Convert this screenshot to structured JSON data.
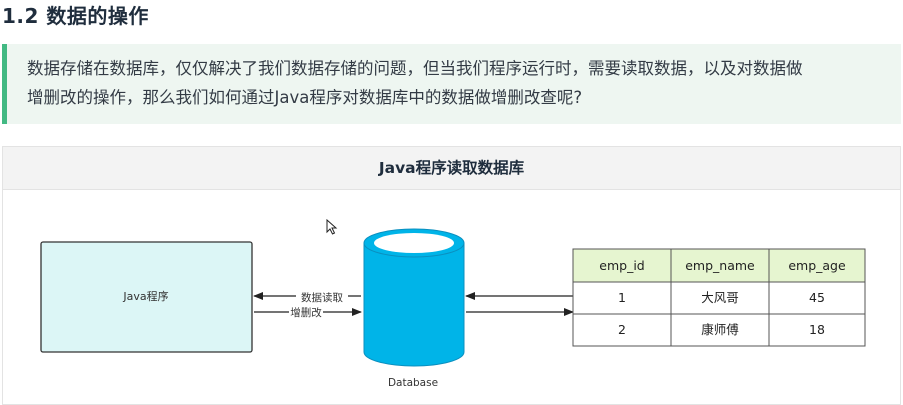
{
  "section": {
    "heading": "1.2 数据的操作"
  },
  "callout": {
    "line1": "数据存储在数据库，仅仅解决了我们数据存储的问题，但当我们程序运行时，需要读取数据，以及对数据做",
    "line2": "增删改的操作，那么我们如何通过Java程序对数据库中的数据做增删改查呢?"
  },
  "figure": {
    "title": "Java程序读取数据库",
    "app_box_label": "Java程序",
    "arrow_read_label": "数据读取",
    "arrow_write_label": "增删改",
    "database_label": "Database",
    "table": {
      "headers": [
        "emp_id",
        "emp_name",
        "emp_age"
      ],
      "rows": [
        [
          "1",
          "大风哥",
          "45"
        ],
        [
          "2",
          "康师傅",
          "18"
        ]
      ]
    }
  },
  "colors": {
    "accent": "#42b983",
    "callout_bg": "#eef6f1",
    "app_box_fill": "#dcf6f6",
    "database_fill": "#00b4e8",
    "table_header_fill": "#e6f5d0"
  }
}
